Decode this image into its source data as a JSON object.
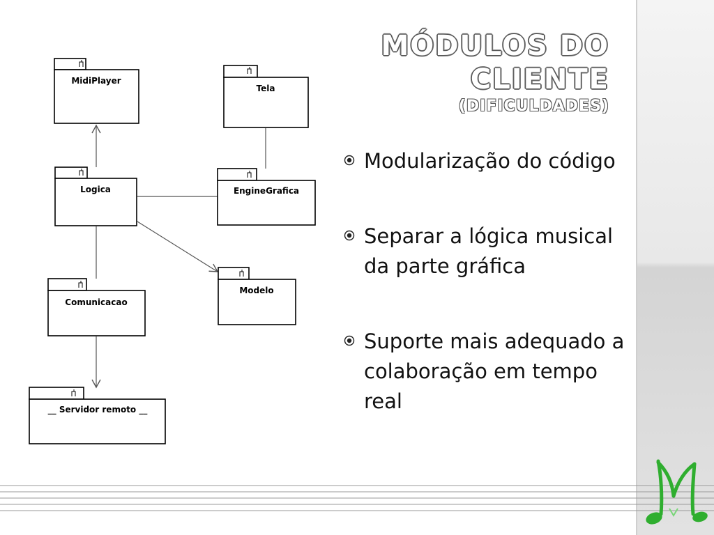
{
  "slide": {
    "title_line1": "MÓDULOS DO",
    "title_line2": "CLIENTE",
    "title_line3": "(DIFICULDADES)",
    "bullets": [
      "Modularização do código",
      "Separar a lógica musical da parte gráfica",
      "Suporte mais adequado a colaboração em tempo real"
    ],
    "bullet_icon": "circle-dot-icon"
  },
  "diagram": {
    "packages": [
      {
        "id": "midiplayer",
        "label": "MidiPlayer"
      },
      {
        "id": "tela",
        "label": "Tela"
      },
      {
        "id": "logica",
        "label": "Logica"
      },
      {
        "id": "enginegrafica",
        "label": "EngineGrafica"
      },
      {
        "id": "comunicacao",
        "label": "Comunicacao"
      },
      {
        "id": "modelo",
        "label": "Modelo"
      },
      {
        "id": "servidor",
        "label": "__ Servidor remoto __"
      }
    ],
    "connections": [
      {
        "from": "logica",
        "to": "midiplayer",
        "arrow": true
      },
      {
        "from": "tela",
        "to": "enginegrafica",
        "arrow": false
      },
      {
        "from": "logica",
        "to": "enginegrafica",
        "arrow": false
      },
      {
        "from": "logica",
        "to": "modelo",
        "arrow": true
      },
      {
        "from": "logica",
        "to": "comunicacao",
        "arrow": false
      },
      {
        "from": "comunicacao",
        "to": "servidor",
        "arrow": true
      }
    ]
  },
  "colors": {
    "accent_green": "#2fae2f",
    "diagram_stroke": "#000000",
    "connector": "#555555"
  },
  "decorations": {
    "logo": "music-note-m-logo-icon",
    "staff": "music-staff-lines"
  }
}
